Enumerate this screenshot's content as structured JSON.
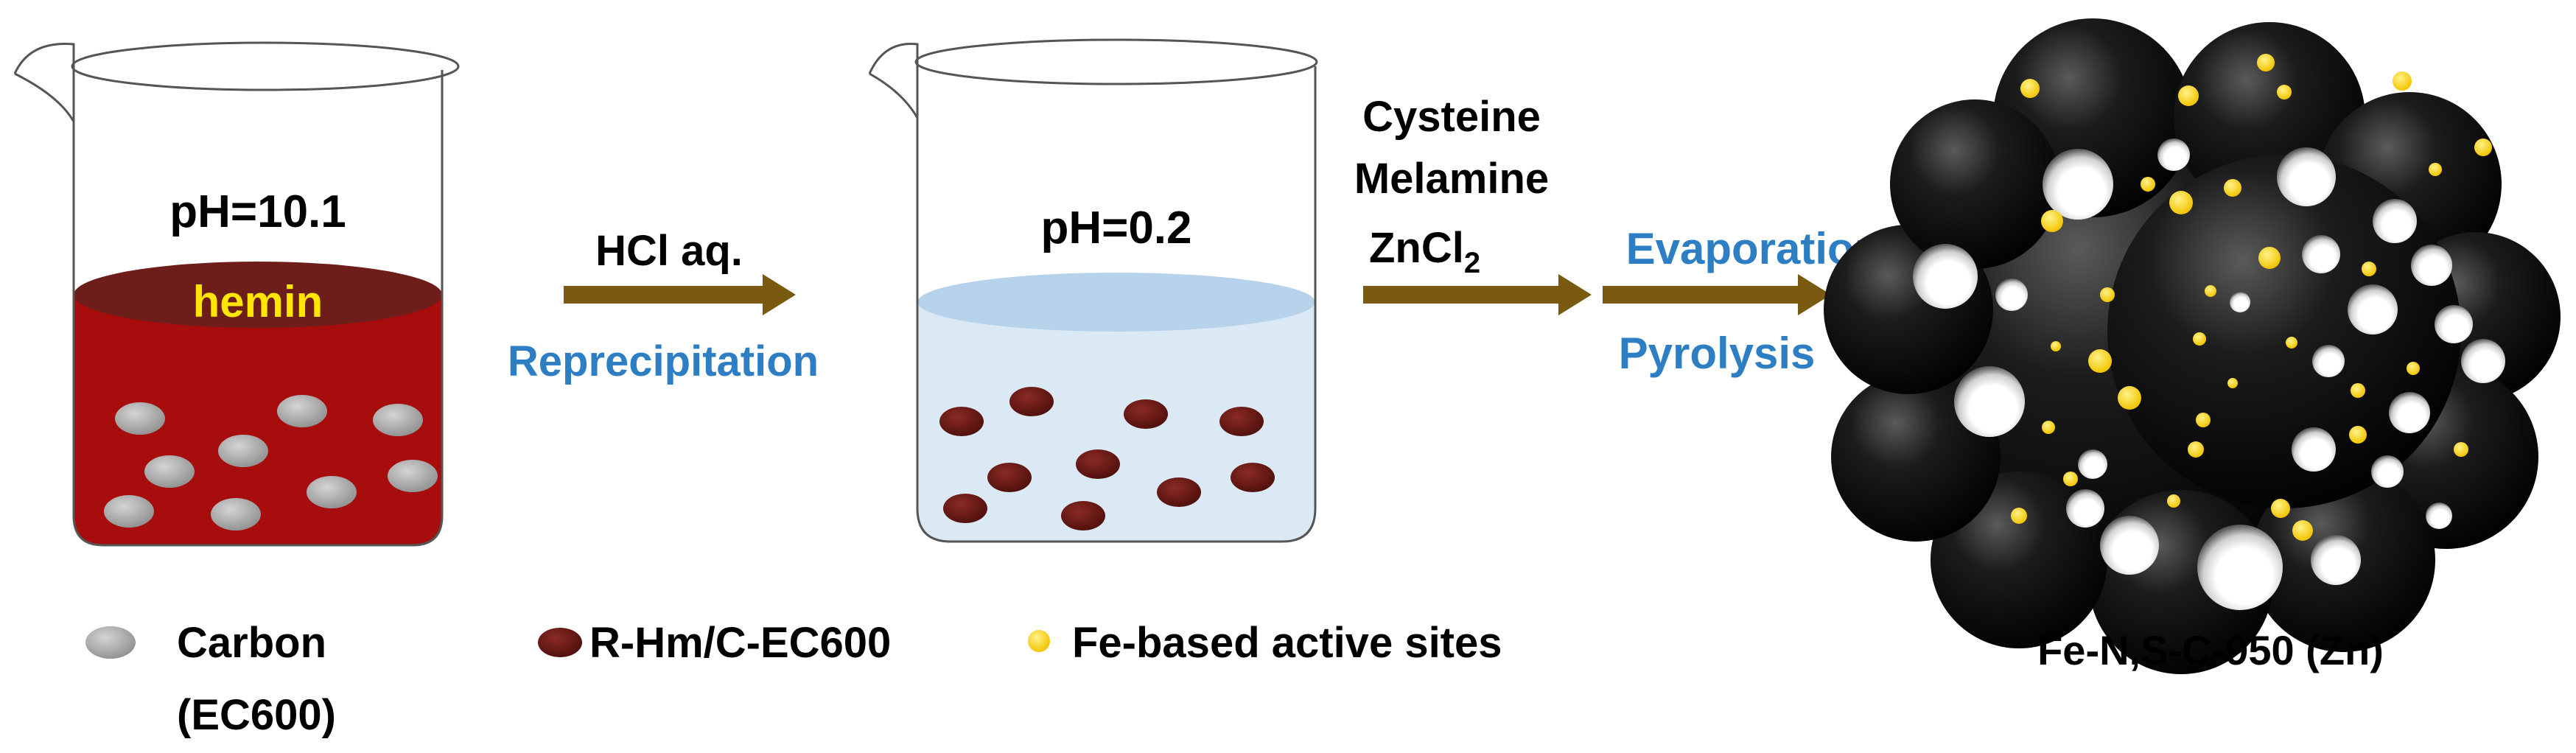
{
  "beaker1": {
    "ph_label": "pH=10.1",
    "solution_label": "hemin"
  },
  "step1": {
    "top_label": "HCl aq.",
    "bottom_label": "Reprecipitation"
  },
  "beaker2": {
    "ph_label": "pH=0.2"
  },
  "step2": {
    "reagents": [
      "Cysteine",
      "Melamine"
    ],
    "zncl_main": "ZnCl",
    "zncl_sub": "2",
    "top_label": "Evaporation",
    "bottom_label": "Pyrolysis"
  },
  "product": {
    "label": "Fe-N,S-C-950 (Zn)"
  },
  "legend": {
    "carbon_line1": "Carbon",
    "carbon_line2": "(EC600)",
    "rhm": "R-Hm/C-EC600",
    "fe_sites": "Fe-based active sites"
  },
  "colors": {
    "process_text": "#2e7ec4",
    "arrow": "#7a5a10",
    "hemin_text": "#ffe600",
    "hemin_liquid": "#a70d0d",
    "hemin_surface": "#6e1e1a",
    "acid_liquid": "#dbe9f5",
    "acid_surface": "#b7d3ec",
    "carbon_particle": "#a5a5a5",
    "rhm_particle": "#6b1a15",
    "fe_site": "#ffd200",
    "carbon_body": "#0b0b0b"
  }
}
